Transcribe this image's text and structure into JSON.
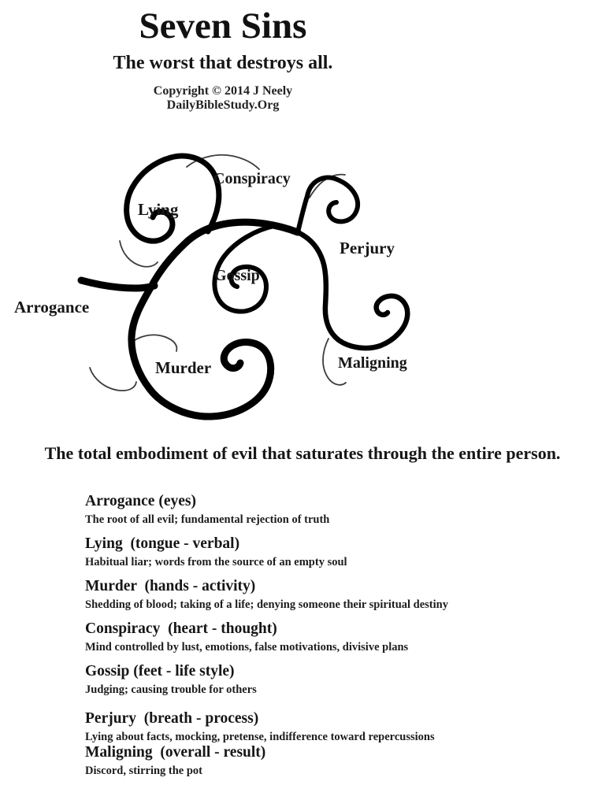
{
  "header": {
    "title": "Seven Sins",
    "subtitle": "The worst that destroys all.",
    "copyright_line1": "Copyright © 2014 J Neely",
    "copyright_line2": "DailyBibleStudy.Org"
  },
  "diagram": {
    "labels": [
      {
        "text": "Conspiracy"
      },
      {
        "text": "Lying"
      },
      {
        "text": "Perjury"
      },
      {
        "text": "Gossip"
      },
      {
        "text": "Arrogance"
      },
      {
        "text": "Murder"
      },
      {
        "text": "Maligning"
      }
    ]
  },
  "tagline": "The total embodiment of evil that saturates through the entire person.",
  "sins": [
    {
      "name": "Arrogance (eyes)",
      "description": "The root of all evil; fundamental rejection of truth"
    },
    {
      "name": "Lying  (tongue - verbal)",
      "description": "Habitual liar; words from the source of an empty soul"
    },
    {
      "name": "Murder  (hands - activity)",
      "description": "Shedding of blood; taking of a life; denying someone their spiritual destiny"
    },
    {
      "name": "Conspiracy  (heart - thought)",
      "description": "Mind controlled by lust, emotions, false motivations, divisive plans"
    },
    {
      "name": "Gossip (feet - life style)",
      "description": "Judging; causing trouble for others"
    },
    {
      "name": "Perjury  (breath - process)",
      "description": "Lying about facts, mocking, pretense, indifference toward repercussions"
    },
    {
      "name": "Maligning  (overall - result)",
      "description": "Discord, stirring the pot"
    }
  ],
  "colors": {
    "background": "#ffffff",
    "ink": "#000000"
  }
}
